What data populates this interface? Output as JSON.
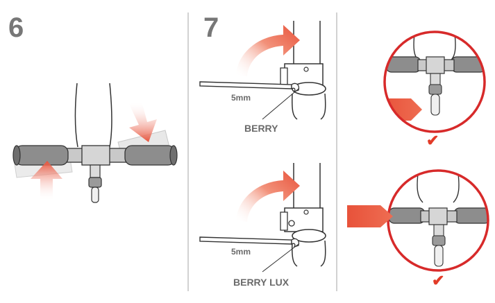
{
  "steps": {
    "six": "6",
    "seven": "7"
  },
  "labels": {
    "tool_size_top": "5mm",
    "model_top": "BERRY",
    "tool_size_bottom": "5mm",
    "model_bottom": "BERRY LUX",
    "check_top": "✔",
    "check_bottom": "✔"
  },
  "colors": {
    "accent": "#e8523a",
    "accent_light": "#f6b8a4",
    "line": "#333333",
    "grip": "#8d8d8d",
    "grip_ghost": "#dcdcdc",
    "circle": "#d72a2a",
    "text": "#6a6a6a"
  }
}
